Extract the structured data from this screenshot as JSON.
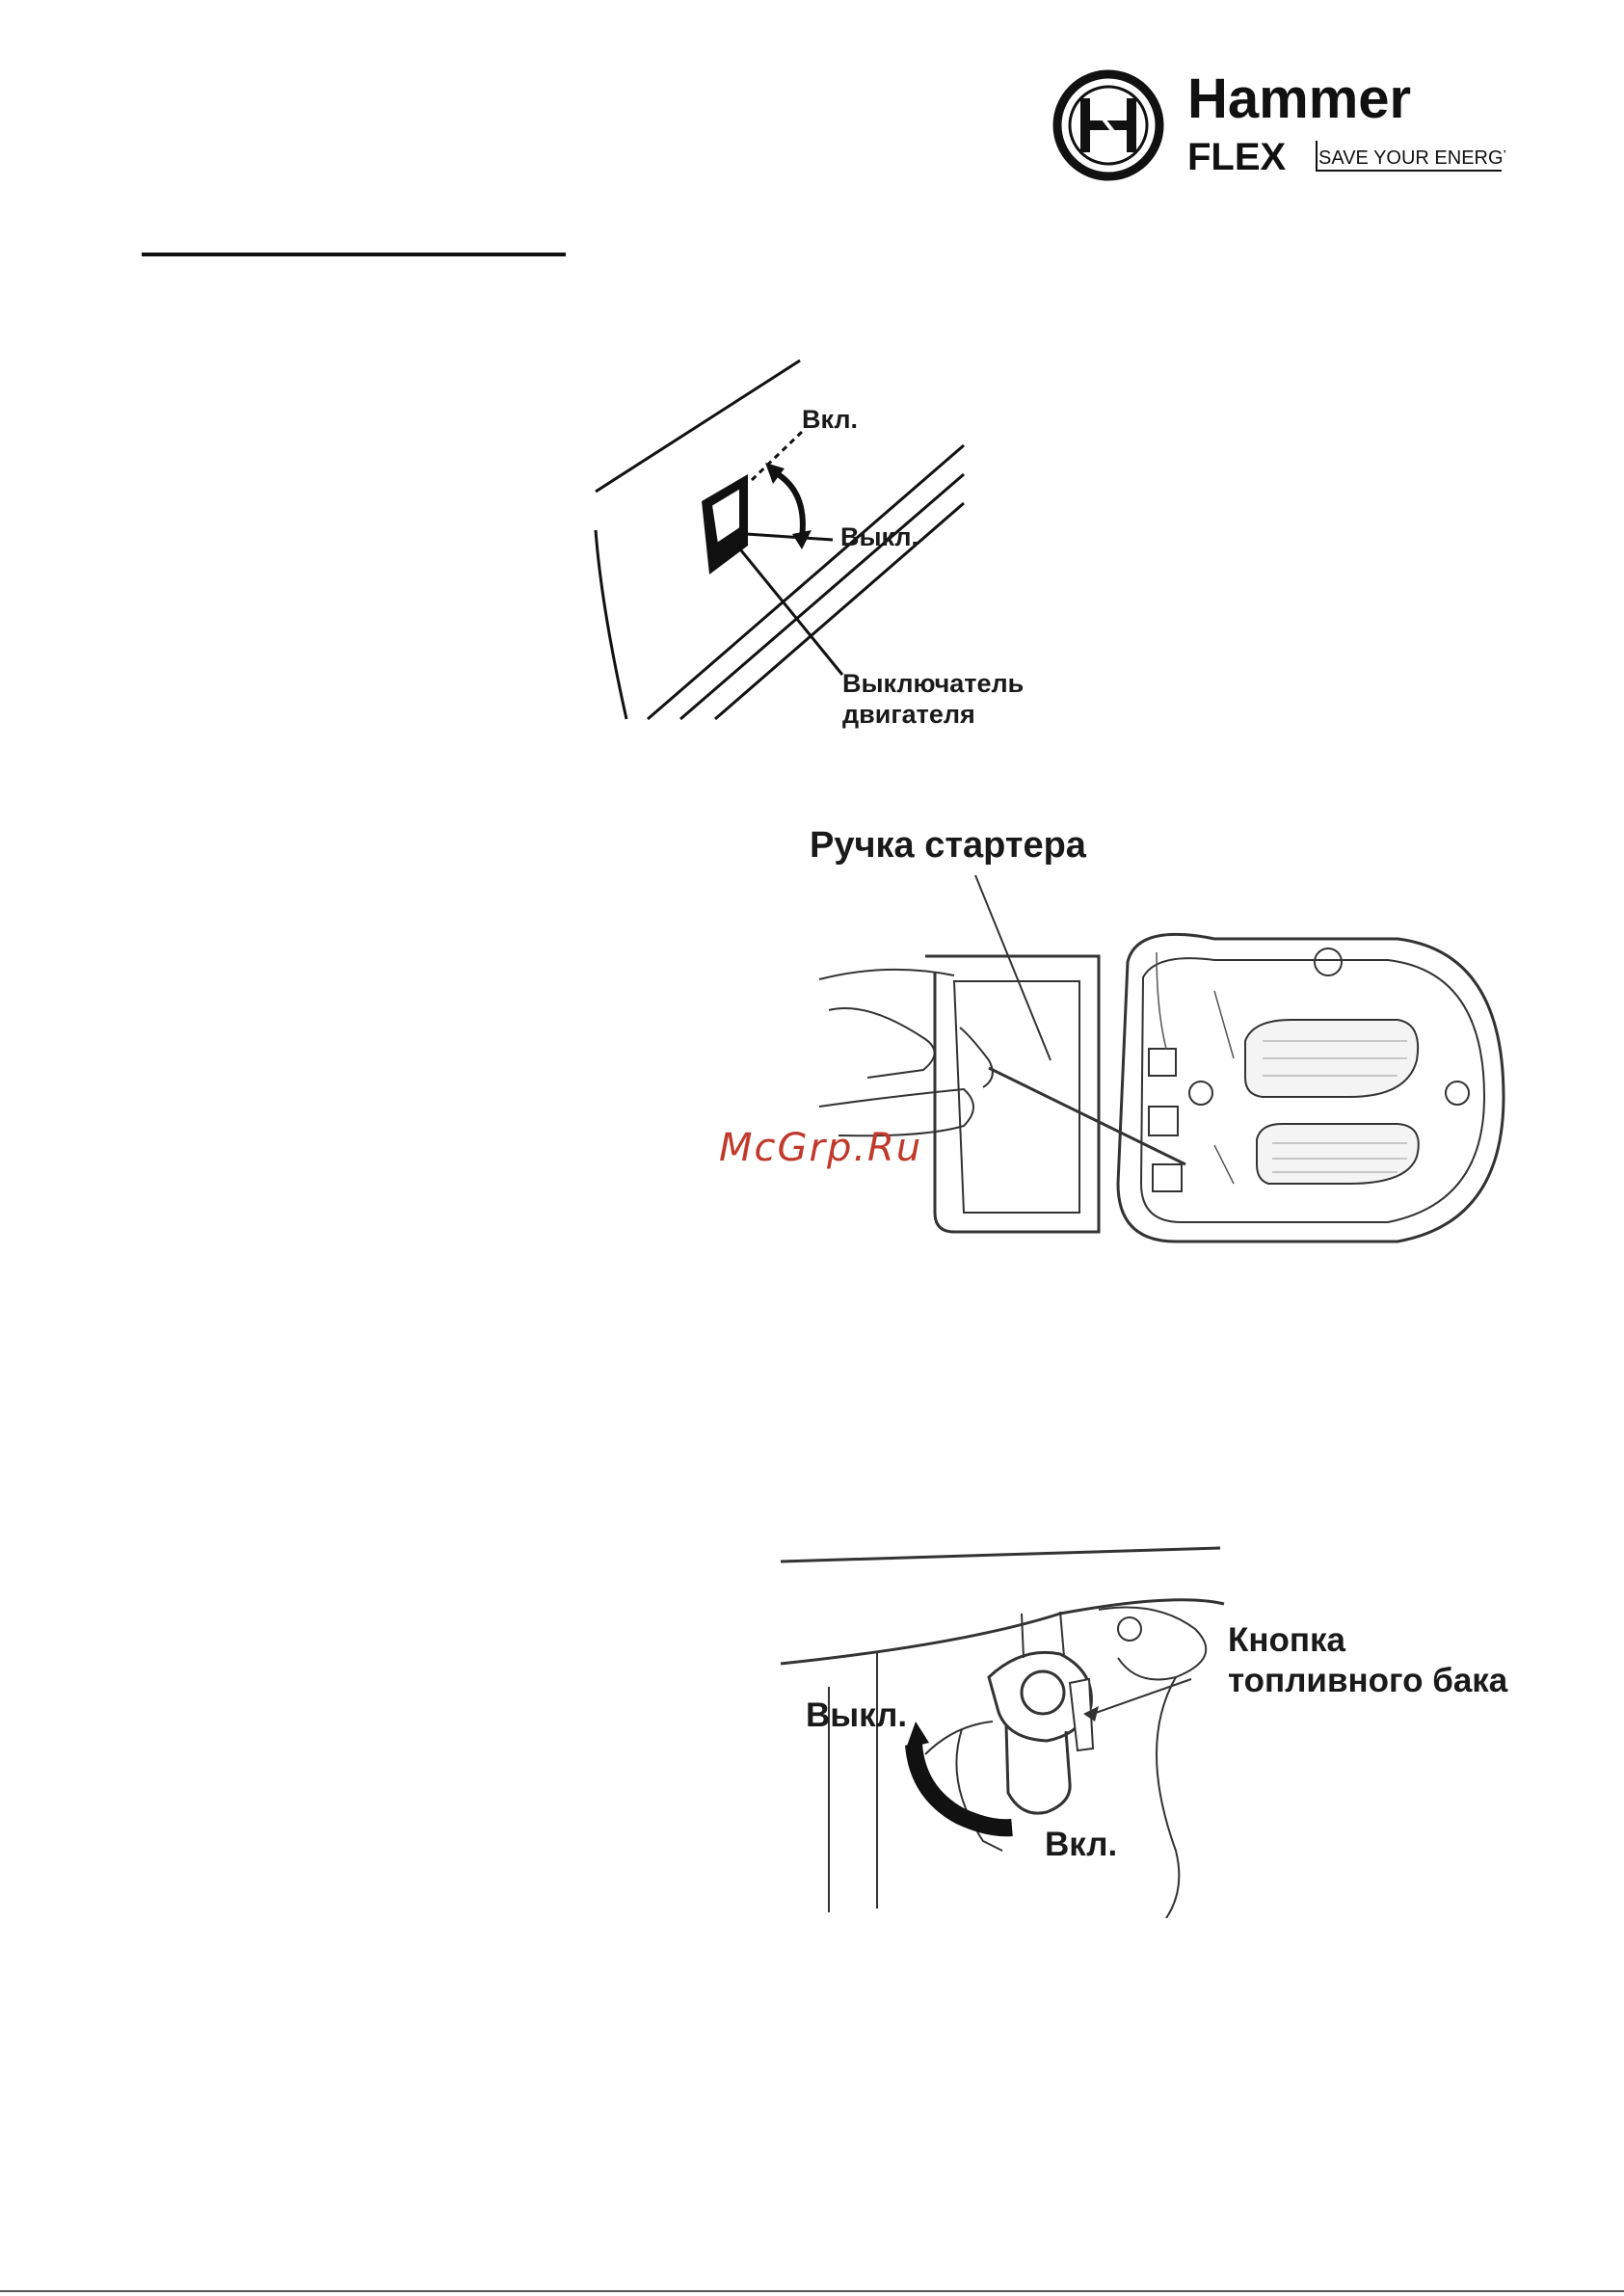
{
  "brand": {
    "name": "Hammer",
    "sub": "FLEX",
    "tagline": "SAVE YOUR ENERGY"
  },
  "figure1": {
    "label_on": "Вкл.",
    "label_off": "Выкл.",
    "label_switch_line1": "Выключатель",
    "label_switch_line2": "двигателя"
  },
  "figure2": {
    "label_starter": "Ручка стартера"
  },
  "watermark": "McGrp.Ru",
  "figure3": {
    "label_button_line1": "Кнопка",
    "label_button_line2": "топливного бака",
    "label_off": "Выкл.",
    "label_on": "Вкл."
  }
}
